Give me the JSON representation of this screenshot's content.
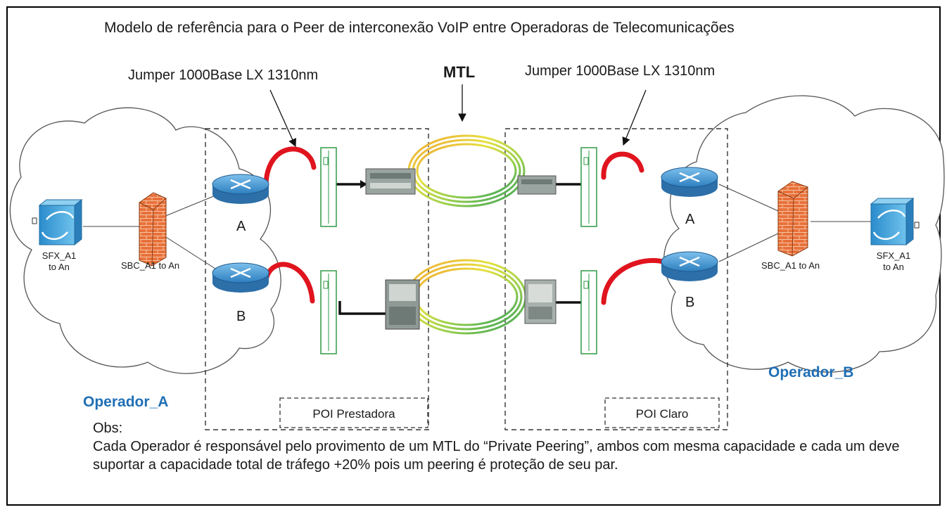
{
  "title": "Modelo de referência para  o Peer de interconexão VoIP entre Operadoras de Telecomunicações",
  "labels": {
    "jumper_left": "Jumper 1000Base LX 1310nm",
    "jumper_right": "Jumper 1000Base LX 1310nm",
    "mtl": "MTL",
    "router_a_left": "A",
    "router_b_left": "B",
    "router_a_right": "A",
    "router_b_right": "B",
    "sfx_left_line1": "SFX_A1",
    "sfx_left_line2": "to An",
    "sbc_left": "SBC_A1 to An",
    "sbc_right": "SBC_A1 to An",
    "sfx_right_line1": "SFX_A1",
    "sfx_right_line2": "to An",
    "operador_a": "Operador_A",
    "operador_b": "Operador_B",
    "poi_prestadora": "POI Prestadora",
    "poi_claro": "POI Claro"
  },
  "notes": {
    "obs_title": "Obs:",
    "obs_text": "Cada Operador é responsável pelo provimento de um MTL do “Private Peering”, ambos com mesma capacidade e cada um deve suportar a capacidade total de tráfego +20% pois  um peering é proteção de seu par."
  },
  "colors": {
    "jumper": "#e0141e",
    "operator_label": "#1f6fb5",
    "router": "#3f8fc9",
    "firewall": "#e8703a",
    "switch": "#3ea2d8",
    "patch_panel": "#2e9a47"
  }
}
